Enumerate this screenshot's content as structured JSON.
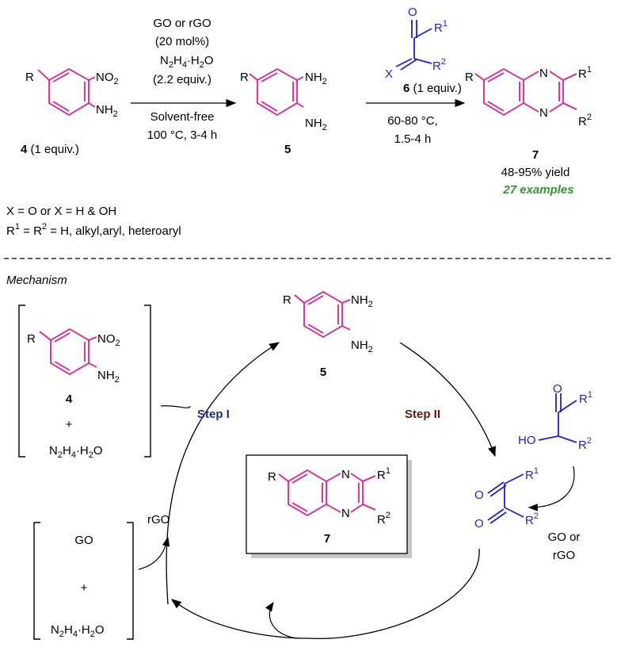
{
  "colors": {
    "reactant": "#e91e8c",
    "carbonyl": "#1f1fdc",
    "examples": "#2e9a2e",
    "step1": "#1f2a80",
    "step2": "#5a1a1a"
  },
  "top": {
    "reagents": {
      "cat": "GO or rGO",
      "mol": "(20 mol%)",
      "hydrazine": "N",
      "hydrazine_b": "H",
      "hydrazine_c": "·H",
      "hydrazine_d": "O",
      "equiv": "(2.2 equiv.)",
      "solvent": "Solvent-free",
      "cond": "100 °C, 3-4 h"
    },
    "cmpd4_num": "4",
    "cmpd4_label": " (1 equiv.)",
    "cmpd5_num": "5",
    "cmpd6_num": "6",
    "cmpd6_label": " (1 equiv.)",
    "cond2_a": "60-80 °C,",
    "cond2_b": "1.5-4 h",
    "cmpd7_num": "7",
    "yield": "48-95% yield",
    "examples": "27 examples",
    "note_x": "X = O or X = H & OH",
    "note_r": " = R",
    "note_r_tail": " = H, alkyl,aryl, heteroaryl"
  },
  "atoms": {
    "R": "R",
    "NO": "NO",
    "NH": "NH",
    "sub2": "2",
    "sub4": "4",
    "N": "N",
    "O": "O",
    "X": "X",
    "HO": "HO",
    "R1_sup": "1",
    "R2_sup": "2"
  },
  "mechanism": {
    "title": "Mechanism",
    "plus": "+",
    "step1": "Step I",
    "step2": "Step II",
    "rgo": "rGO",
    "go": "GO",
    "go_or": "GO or",
    "rgo2": "rGO",
    "cmpd4_num": "4",
    "cmpd5_num": "5",
    "cmpd7_num": "7"
  }
}
